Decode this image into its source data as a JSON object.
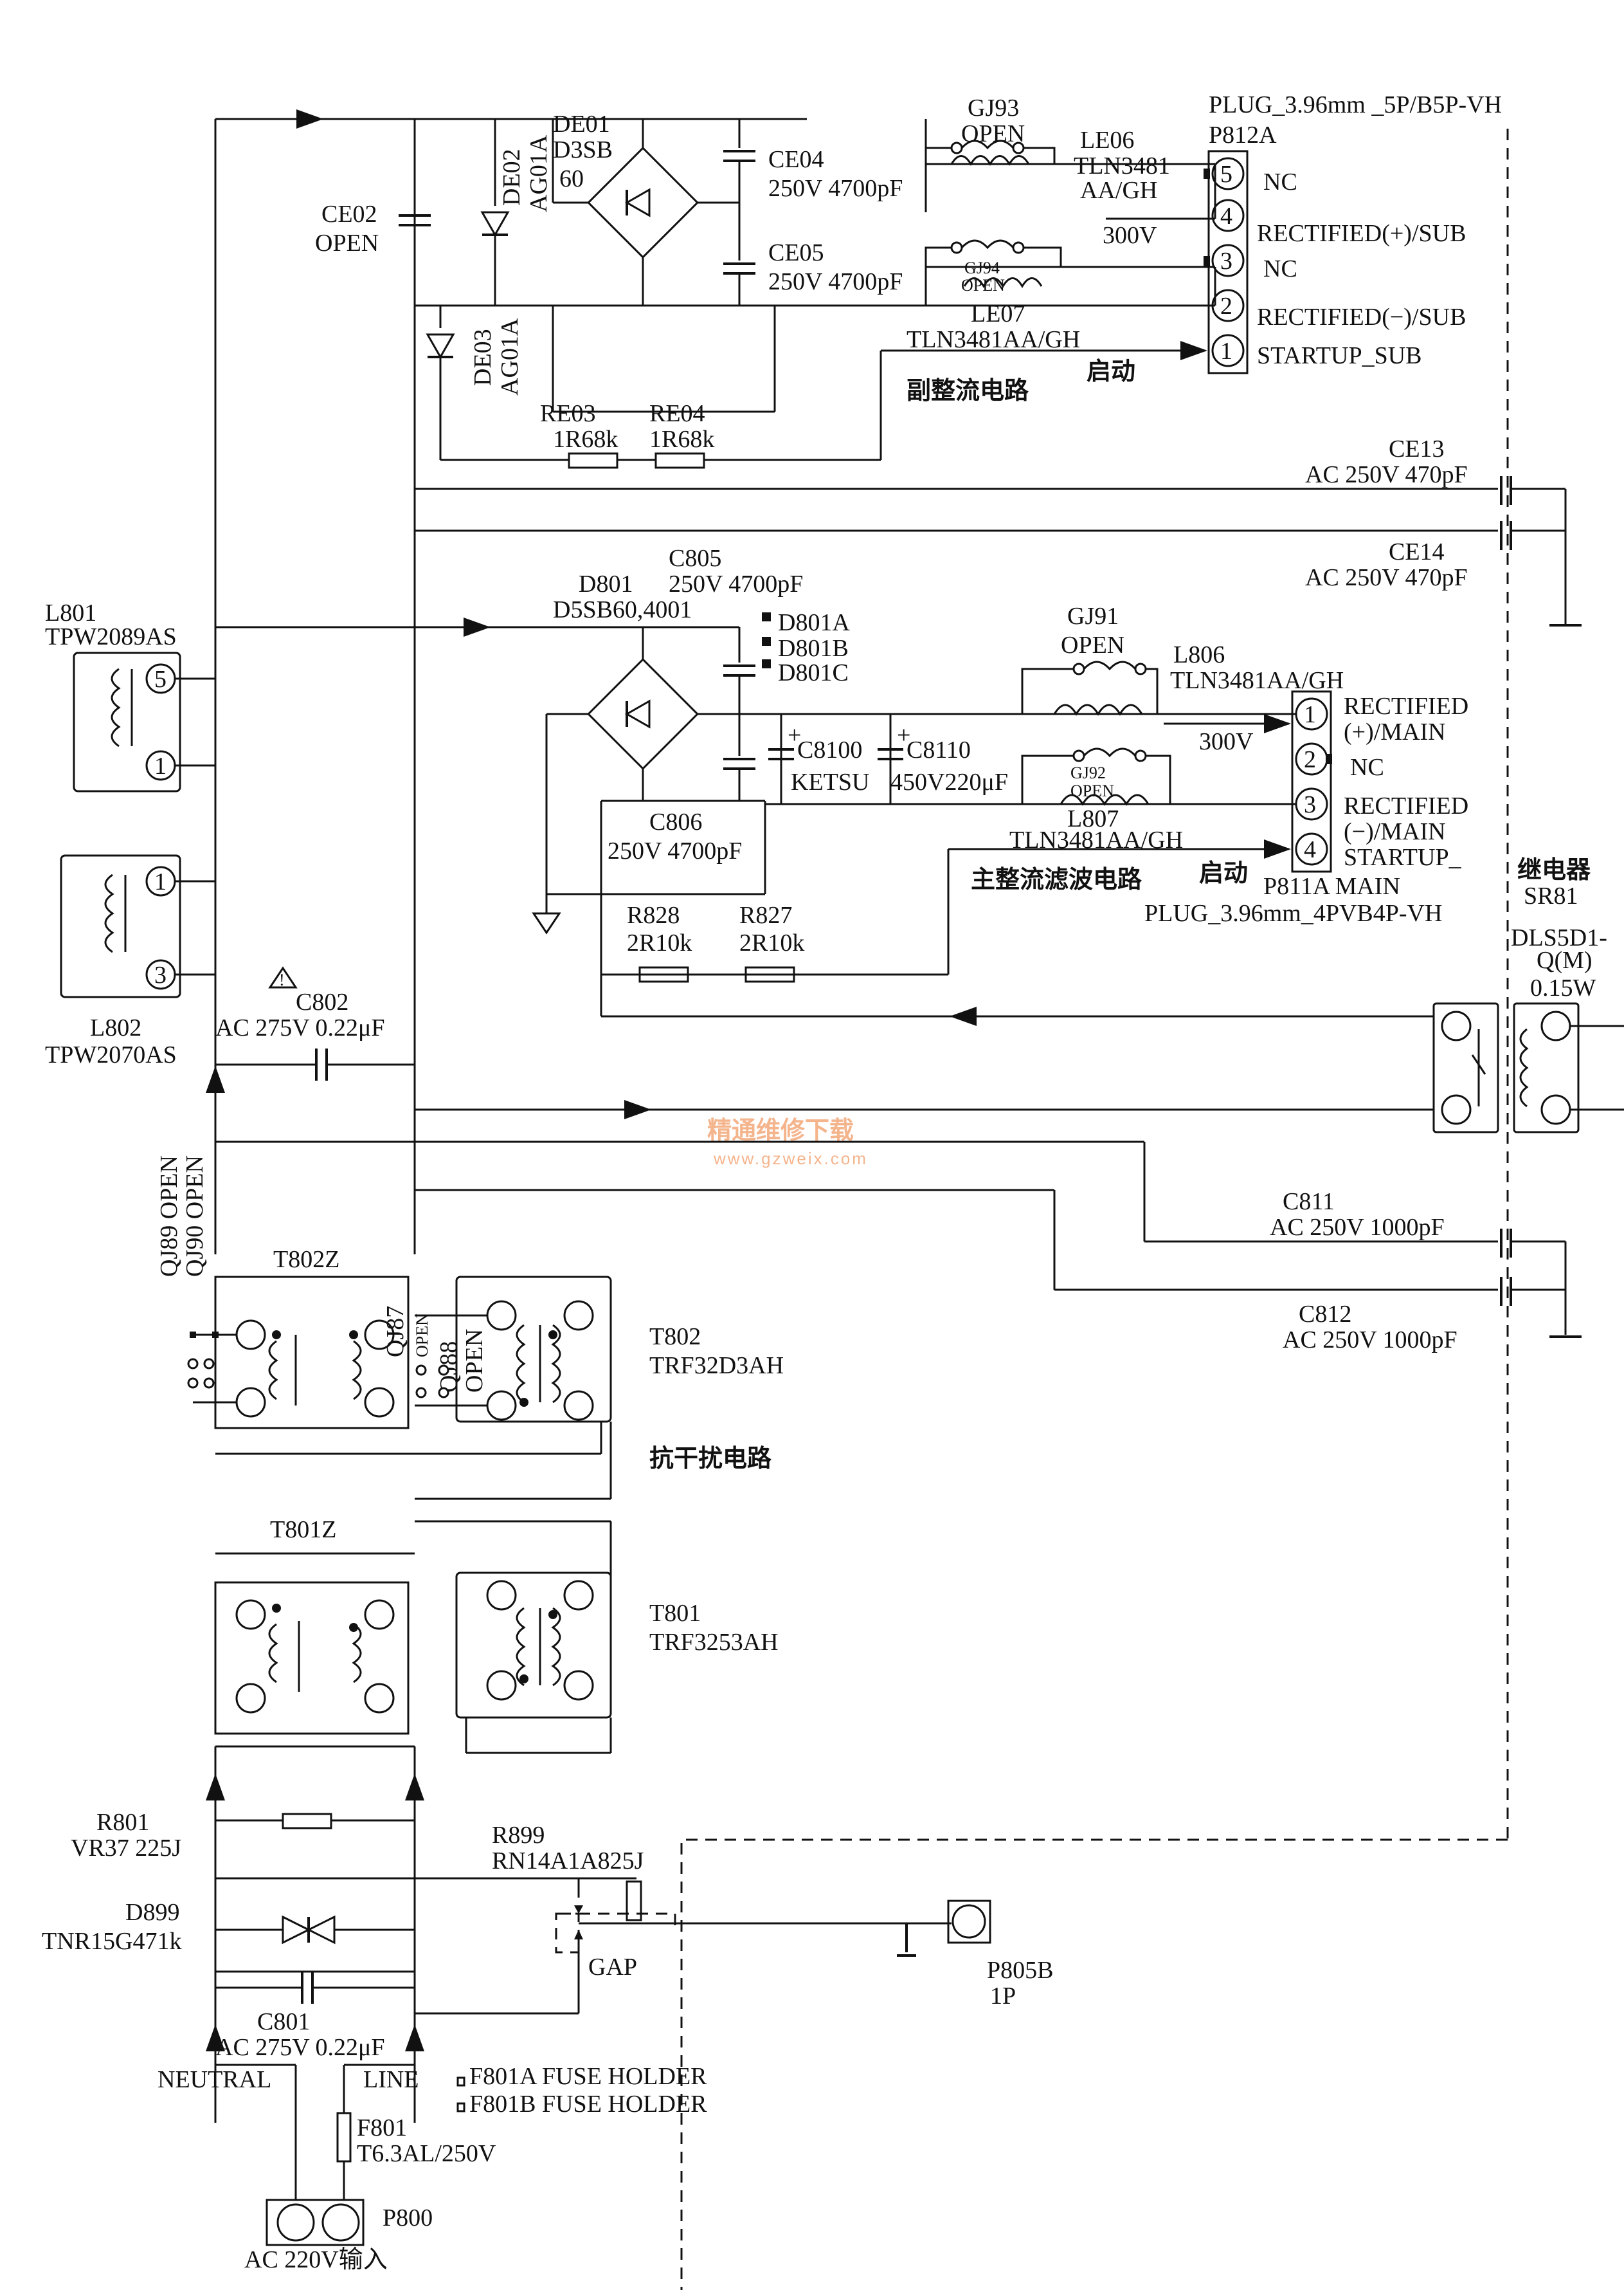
{
  "labels": {
    "p812_plug": "PLUG_3.96mm _5P/B5P-VH",
    "p812": "P812A",
    "p812_pin5": "NC",
    "p812_pin4": "RECTIFIED(+)/SUB",
    "p812_pin3": "NC",
    "p812_pin2": "RECTIFIED(−)/SUB",
    "p812_pin1": "STARTUP_SUB",
    "gj93": "GJ93",
    "gj93_v": "OPEN",
    "le06": "LE06",
    "le06_v1": "TLN3481",
    "le06_v2": "AA/GH",
    "v300_sub": "300V",
    "ce04": "CE04",
    "ce04_v": "250V 4700pF",
    "ce05": "CE05",
    "ce05_v": "250V 4700pF",
    "gj94": "GJ94",
    "gj94_v": "OPEN",
    "le07": "LE07",
    "le07_v": "TLN3481AA/GH",
    "startup_sub_cn": "启动",
    "sub_rect_cn": "副整流电路",
    "de01": "DE01",
    "de01_v1": "D3SB",
    "de01_v2": "60",
    "de02": "DE02",
    "de02_v": "AG01A",
    "de03": "DE03",
    "de03_v": "AG01A",
    "ce02": "CE02",
    "ce02_v": "OPEN",
    "re03": "RE03",
    "re03_v": "1R68k",
    "re04": "RE04",
    "re04_v": "1R68k",
    "ce13": "CE13",
    "ce13_v": "AC 250V 470pF",
    "ce14": "CE14",
    "ce14_v": "AC 250V 470pF",
    "c805": "C805",
    "c805_v": "250V 4700pF",
    "d801": "D801",
    "d801_v": "D5SB60,4001",
    "d801a": "D801A",
    "d801b": "D801B",
    "d801c": "D801C",
    "gj91": "GJ91",
    "gj91_v": "OPEN",
    "l806": "L806",
    "l806_v": "TLN3481AA/GH",
    "v300_main": "300V",
    "c8100": "C8100",
    "c8100_v": "KETSU",
    "c8110": "C8110",
    "c8110_v": "450V220μF",
    "gj92": "GJ92",
    "gj92_v": "OPEN",
    "l807": "L807",
    "l807_v": "TLN3481AA/GH",
    "c806": "C806",
    "c806_v": "250V 4700pF",
    "main_filter_cn": "主整流滤波电路",
    "startup_main_cn": "启动",
    "p811_pin1": "RECTIFIED",
    "p811_pin1b": "(+)/MAIN",
    "p811_pin2": "NC",
    "p811_pin3": "RECTIFIED",
    "p811_pin3b": "(−)/MAIN",
    "p811_pin4": "STARTUP_",
    "p811": "P811A MAIN",
    "p811_plug": "PLUG_3.96mm_4PVB4P-VH",
    "relay_cn": "继电器",
    "sr81": "SR81",
    "sr81_v1": "DLS5D1-",
    "sr81_v2": "Q(M)",
    "sr81_v3": "0.15W",
    "r828": "R828",
    "r828_v": "2R10k",
    "r827": "R827",
    "r827_v": "2R10k",
    "l801": "L801",
    "l801_v": "TPW2089AS",
    "l802": "L802",
    "l802_v": "TPW2070AS",
    "c802": "C802",
    "c802_v": "AC 275V 0.22μF",
    "watermark_cn": "精通维修下载",
    "watermark_url": "www.gzweix.com",
    "c811": "C811",
    "c811_v": "AC 250V  1000pF",
    "c812": "C812",
    "c812_v": "AC 250V 1000pF",
    "qj89": "QJ89 OPEN",
    "qj90": "QJ90 OPEN",
    "t802z": "T802Z",
    "qj87": "QJ87",
    "qj87_v": "OPEN",
    "qj88": "QJ88",
    "qj88_v": "OPEN",
    "t802": "T802",
    "t802_v": "TRF32D3AH",
    "emi_cn": "抗干扰电路",
    "t801z": "T801Z",
    "t801": "T801",
    "t801_v": "TRF3253AH",
    "r801": "R801",
    "r801_v": "VR37 225J",
    "r899": "R899",
    "r899_v": "RN14A1A825J",
    "d899": "D899",
    "d899_v": "TNR15G471k",
    "gap": "GAP",
    "p805b": "P805B",
    "p805b_v": "1P",
    "c801": "C801",
    "c801_v": "AC 275V 0.22μF",
    "neutral": "NEUTRAL",
    "line": "LINE",
    "f801a": "F801A FUSE HOLDER",
    "f801b": "F801B FUSE HOLDER",
    "f801": "F801",
    "f801_v": "T6.3AL/250V",
    "p800": "P800",
    "ac_input": "AC 220V输入",
    "pin1": "1",
    "pin2": "2",
    "pin3": "3",
    "pin4": "4",
    "pin5": "5"
  }
}
